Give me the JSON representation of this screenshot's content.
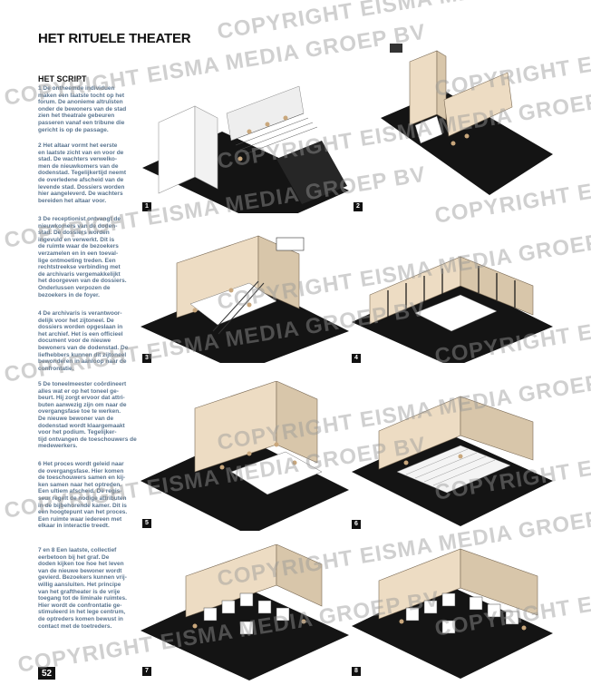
{
  "page": {
    "title": "HET RITUELE THEATER",
    "subtitle": "HET SCRIPT",
    "page_number": "52"
  },
  "paragraphs": [
    "1 De ontheemde individuen\nmaken een laatste tocht op het\nforum. De anonieme altruïsten\nonder de bewoners van de stad\nzien het theatrale gebeuren\npasseren vanaf een tribune die\ngericht is op de passage.",
    "2 Het altaar vormt het eerste\nen laatste zicht van en voor de\nstad. De wachters verwelko-\nmen de nieuwkomers van de\ndodenstad. Tegelijkertijd neemt\nde overledene afscheid van de\nlevende stad. Dossiers worden\nhier aangeleverd. De wachters\nbereiden het altaar voor.",
    "3 De receptionist ontvangt de\nnieuwkomers van de doden-\nstad. De dossiers worden\ningevuld en verwerkt. Dit is\nde ruimte waar de bezoekers\nverzamelen en in een toeval-\nlige ontmoeting treden. Een\nrechtstreekse verbinding met\nde archivaris vergemakkelijkt\nhet doorgeven van de dossiers.\nOnderlussen verpozen de\nbezoekers in de foyer.",
    "4 De archivaris is verantwoor-\ndelijk voor het zijtoneel. De\ndossiers worden opgeslaan in\nhet archief. Het is een officieel\ndocument voor de nieuwe\nbewoners van de dodenstad. De\nliefhebbers kunnen dit zijtoneel\nbewonderen in aanloop naar de\nconfrontatie.",
    "5 De toneelmeester coördineert\nalles wat er op het toneel ge-\nbeurt. Hij zorgt ervoor dat attri-\nbuten aanwezig zijn om naar de\novergangsfase toe te werken.\nDe nieuwe bewoner van de\ndodenstad wordt klaargemaakt\nvoor het podium. Tegelijker-\ntijd ontvangen de toeschouwers de\nmedewerkers.",
    "6 Het proces wordt geleid naar\nde overgangsfase. Hier komen\nde toeschouwers samen en kij-\nken samen naar het optreden.\nEen ultiem afscheid. De regis-\nseur regelt de nodige attributen\nin de bijbehorende kamer. Dit is\neen hoogtepunt van het proces.\nEen ruimte waar iedereen met\nelkaar in interactie treedt.",
    "7 en 8 Een laatste, collectief\neerbetoon bij het graf. De\ndoden kijken toe hoe het leven\nvan de nieuwe bewoner wordt\ngevierd. Bezoekers kunnen vrij-\nwillig aansluiten. Het principe\nvan het graftheater is de vrije\ntoegang tot de liminale ruimtes.\nHier wordt de confrontatie ge-\nstimuleerd in het lege centrum,\nde optreders komen bewust in\ncontact met de toetreders."
  ],
  "panels": [
    "1",
    "2",
    "3",
    "4",
    "5",
    "6",
    "7",
    "8"
  ],
  "watermark": "COPYRIGHT EISMA MEDIA GROEP BV",
  "colors": {
    "floor": "#141414",
    "wall": "#eddcc3",
    "figure": "#c9a77c",
    "text_blue": "#5a7590",
    "watermark": "#969696"
  }
}
